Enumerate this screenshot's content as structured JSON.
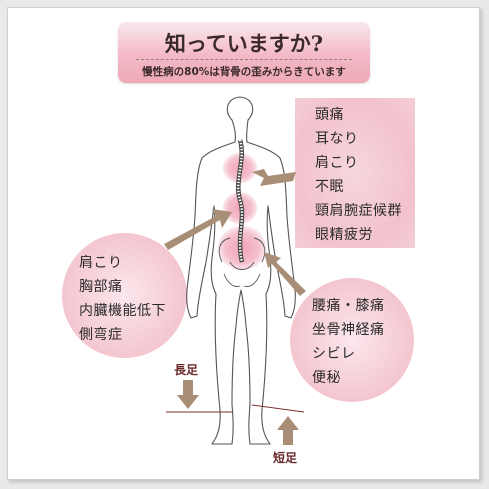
{
  "banner": {
    "title": "知っていますか?",
    "subtitle": "慢性病の80%は背骨の歪みからきています"
  },
  "top_right_symptoms": [
    "頭痛",
    "耳なり",
    "肩こり",
    "不眠",
    "頸肩腕症候群",
    "眼精疲労"
  ],
  "left_symptoms": [
    "肩こり",
    "胸部痛",
    "内臓機能低下",
    "側弯症"
  ],
  "bottom_right_symptoms": [
    "腰痛・膝痛",
    "坐骨神経痛",
    "シビレ",
    "便秘"
  ],
  "legs": {
    "long_label": "長足",
    "short_label": "短足"
  },
  "colors": {
    "accent_pink": "#f2c2cd",
    "arrow_brown": "#a88e76",
    "dark_red": "#6a2a2a"
  }
}
